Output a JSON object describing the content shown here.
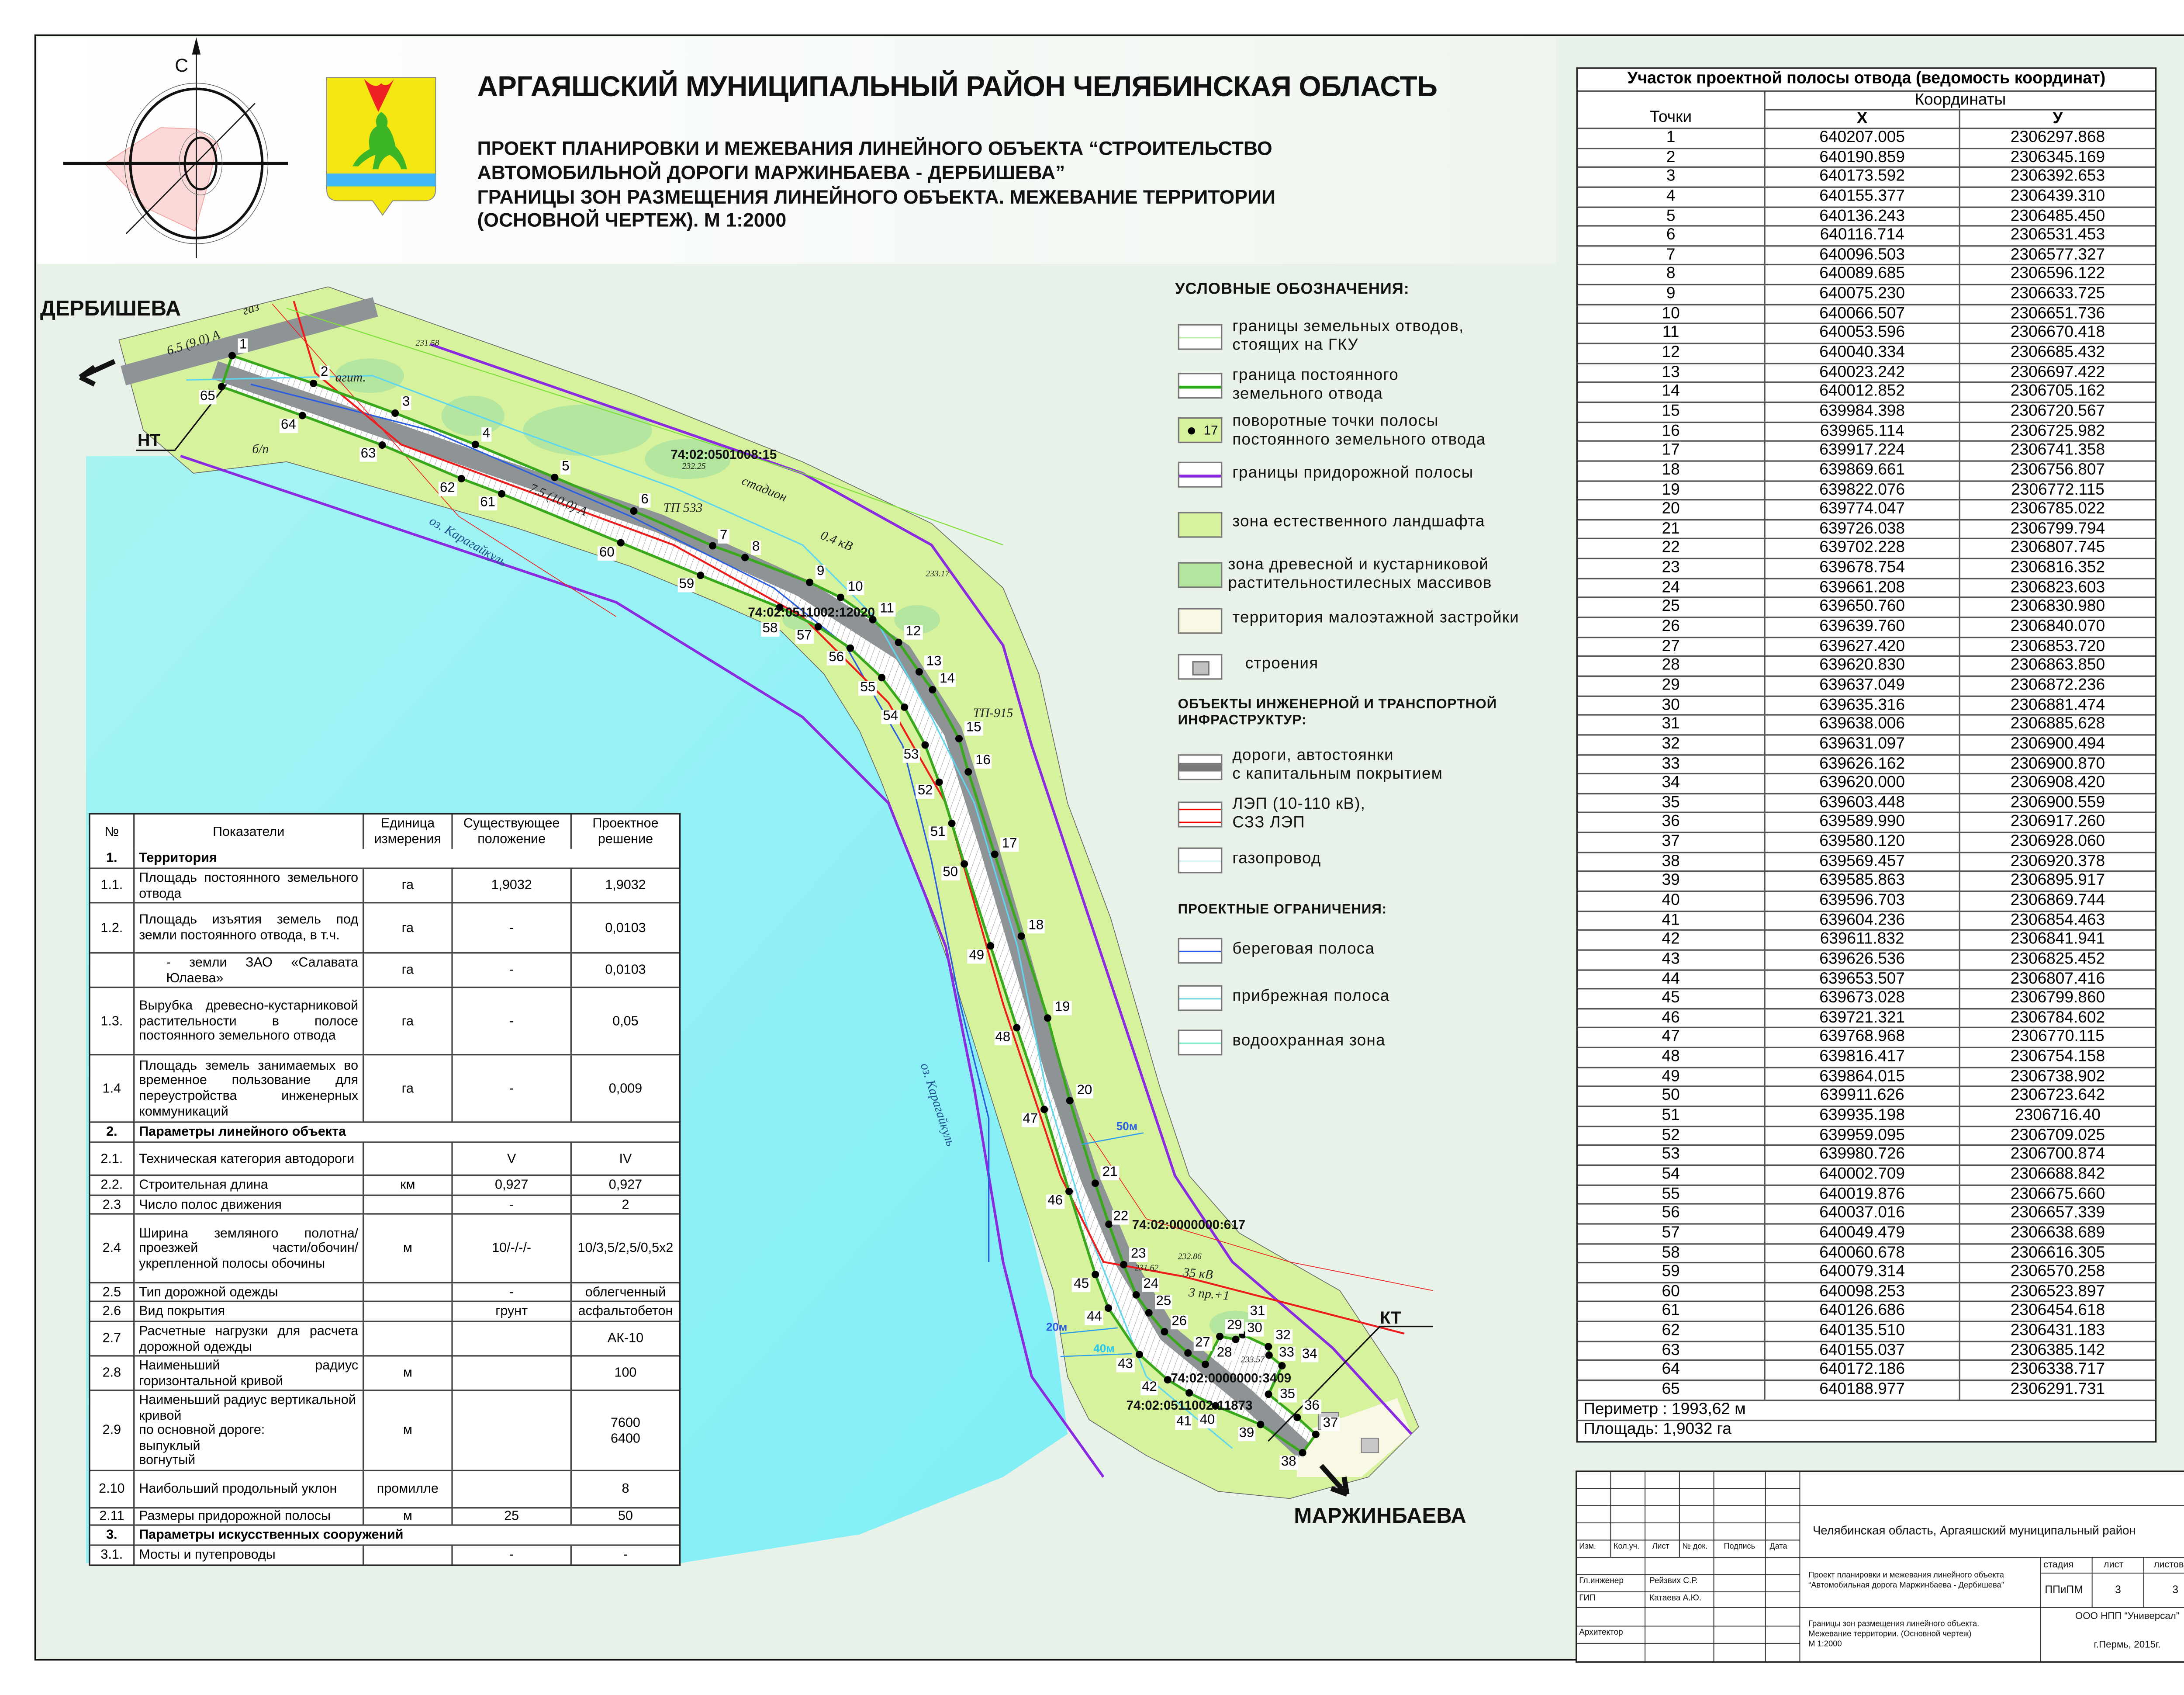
{
  "header": {
    "title": "АРГАЯШСКИЙ МУНИЦИПАЛЬНЫЙ РАЙОН ЧЕЛЯБИНСКАЯ ОБЛАСТЬ",
    "subtitle_lines": [
      "ПРОЕКТ ПЛАНИРОВКИ И МЕЖЕВАНИЯ ЛИНЕЙНОГО ОБЪЕКТА “СТРОИТЕЛЬСТВО",
      "АВТОМОБИЛЬНОЙ ДОРОГИ МАРЖИНБАЕВА - ДЕРБИШЕВА”",
      "ГРАНИЦЫ ЗОН РАЗМЕЩЕНИЯ ЛИНЕЙНОГО ОБЪЕКТА. МЕЖЕВАНИЕ ТЕРРИТОРИИ",
      "(ОСНОВНОЙ ЧЕРТЕЖ). М 1:2000"
    ],
    "compass_north": "С"
  },
  "map": {
    "places": {
      "start": "ДЕРБИШЕВА",
      "start_mark": "НТ",
      "end": "МАРЖИНБАЕВА",
      "end_mark": "КТ"
    },
    "cadastral": [
      "74:02:0501008:15",
      "74:02:0511002:12020",
      "74:02:0000000:617",
      "74:02:0000000:3409",
      "74:02:0511002:11873"
    ],
    "labels": [
      "ТП 533",
      "ТП-915",
      "стадион",
      "0.4 кВ",
      "35 кВ",
      "3 пр.+1",
      "оз. Карагайкуль",
      "оз. Карагайкуль",
      "6.5 (9.0) А",
      "7.5 (10.0) А",
      "б/п",
      "агит.",
      "газ",
      "231.58",
      "232.25",
      "233.17",
      "232.86",
      "231.62",
      "233.57"
    ],
    "distances": [
      "20м",
      "40м",
      "50м"
    ],
    "colors": {
      "landscape": "#d6f29c",
      "trees": "#b4e6a0",
      "lake": "#8ef0f4",
      "road": "#8e9496",
      "allotment": "#3aa81c",
      "roadside": "#8a2be2",
      "power": "#ee1c1c",
      "shore": "#2b5de0",
      "coastal": "#5fd6f0"
    }
  },
  "legend": {
    "title": "УСЛОВНЫЕ ОБОЗНАЧЕНИЯ:",
    "items": [
      [
        "границы земельных отводов,",
        "стоящих на ГКУ"
      ],
      [
        "граница постоянного",
        "земельного отвода"
      ],
      [
        "поворотные точки полосы",
        "постоянного земельного отвода"
      ],
      [
        "границы придорожной полосы"
      ],
      [
        "зона естественного ландшафта"
      ],
      [
        "зона древесной и кустарниковой",
        "растительностилесных массивов"
      ],
      [
        "территория малоэтажной застройки"
      ],
      [
        "строения"
      ]
    ],
    "sample_point": "17",
    "infra_title": [
      "ОБЪЕКТЫ ИНЖЕНЕРНОЙ И ТРАНСПОРТНОЙ",
      "ИНФРАСТРУКТУР:"
    ],
    "infra_items": [
      [
        "дороги, автостоянки",
        "с капитальным покрытием"
      ],
      [
        "ЛЭП (10-110 кВ),",
        "СЗЗ ЛЭП"
      ],
      [
        "газопровод"
      ]
    ],
    "limits_title": "ПРОЕКТНЫЕ ОГРАНИЧЕНИЯ:",
    "limits_items": [
      [
        "береговая полоса"
      ],
      [
        "прибрежная полоса"
      ],
      [
        "водоохранная зона"
      ]
    ]
  },
  "coordinates": {
    "title": "Участок проектной полосы отвода (ведомость координат)",
    "col_points": "Точки",
    "col_coords": "Координаты",
    "col_x": "X",
    "col_y": "У",
    "points": [
      [
        "1",
        "640207.005",
        "2306297.868"
      ],
      [
        "2",
        "640190.859",
        "2306345.169"
      ],
      [
        "3",
        "640173.592",
        "2306392.653"
      ],
      [
        "4",
        "640155.377",
        "2306439.310"
      ],
      [
        "5",
        "640136.243",
        "2306485.450"
      ],
      [
        "6",
        "640116.714",
        "2306531.453"
      ],
      [
        "7",
        "640096.503",
        "2306577.327"
      ],
      [
        "8",
        "640089.685",
        "2306596.122"
      ],
      [
        "9",
        "640075.230",
        "2306633.725"
      ],
      [
        "10",
        "640066.507",
        "2306651.736"
      ],
      [
        "11",
        "640053.596",
        "2306670.418"
      ],
      [
        "12",
        "640040.334",
        "2306685.432"
      ],
      [
        "13",
        "640023.242",
        "2306697.422"
      ],
      [
        "14",
        "640012.852",
        "2306705.162"
      ],
      [
        "15",
        "639984.398",
        "2306720.567"
      ],
      [
        "16",
        "639965.114",
        "2306725.982"
      ],
      [
        "17",
        "639917.224",
        "2306741.358"
      ],
      [
        "18",
        "639869.661",
        "2306756.807"
      ],
      [
        "19",
        "639822.076",
        "2306772.115"
      ],
      [
        "20",
        "639774.047",
        "2306785.022"
      ],
      [
        "21",
        "639726.038",
        "2306799.794"
      ],
      [
        "22",
        "639702.228",
        "2306807.745"
      ],
      [
        "23",
        "639678.754",
        "2306816.352"
      ],
      [
        "24",
        "639661.208",
        "2306823.603"
      ],
      [
        "25",
        "639650.760",
        "2306830.980"
      ],
      [
        "26",
        "639639.760",
        "2306840.070"
      ],
      [
        "27",
        "639627.420",
        "2306853.720"
      ],
      [
        "28",
        "639620.830",
        "2306863.850"
      ],
      [
        "29",
        "639637.049",
        "2306872.236"
      ],
      [
        "30",
        "639635.316",
        "2306881.474"
      ],
      [
        "31",
        "639638.006",
        "2306885.628"
      ],
      [
        "32",
        "639631.097",
        "2306900.494"
      ],
      [
        "33",
        "639626.162",
        "2306900.870"
      ],
      [
        "34",
        "639620.000",
        "2306908.420"
      ],
      [
        "35",
        "639603.448",
        "2306900.559"
      ],
      [
        "36",
        "639589.990",
        "2306917.260"
      ],
      [
        "37",
        "639580.120",
        "2306928.060"
      ],
      [
        "38",
        "639569.457",
        "2306920.378"
      ],
      [
        "39",
        "639585.863",
        "2306895.917"
      ],
      [
        "40",
        "639596.703",
        "2306869.744"
      ],
      [
        "41",
        "639604.236",
        "2306854.463"
      ],
      [
        "42",
        "639611.832",
        "2306841.941"
      ],
      [
        "43",
        "639626.536",
        "2306825.452"
      ],
      [
        "44",
        "639653.507",
        "2306807.416"
      ],
      [
        "45",
        "639673.028",
        "2306799.860"
      ],
      [
        "46",
        "639721.321",
        "2306784.602"
      ],
      [
        "47",
        "639768.968",
        "2306770.115"
      ],
      [
        "48",
        "639816.417",
        "2306754.158"
      ],
      [
        "49",
        "639864.015",
        "2306738.902"
      ],
      [
        "50",
        "639911.626",
        "2306723.642"
      ],
      [
        "51",
        "639935.198",
        "2306716.40"
      ],
      [
        "52",
        "639959.095",
        "2306709.025"
      ],
      [
        "53",
        "639980.726",
        "2306700.874"
      ],
      [
        "54",
        "640002.709",
        "2306688.842"
      ],
      [
        "55",
        "640019.876",
        "2306675.660"
      ],
      [
        "56",
        "640037.016",
        "2306657.339"
      ],
      [
        "57",
        "640049.479",
        "2306638.689"
      ],
      [
        "58",
        "640060.678",
        "2306616.305"
      ],
      [
        "59",
        "640079.314",
        "2306570.258"
      ],
      [
        "60",
        "640098.253",
        "2306523.897"
      ],
      [
        "61",
        "640126.686",
        "2306454.618"
      ],
      [
        "62",
        "640135.510",
        "2306431.183"
      ],
      [
        "63",
        "640155.037",
        "2306385.142"
      ],
      [
        "64",
        "640172.186",
        "2306338.717"
      ],
      [
        "65",
        "640188.977",
        "2306291.731"
      ]
    ],
    "perimeter": "Периметр : 1993,62 м",
    "area": "Площадь: 1,9032 га"
  },
  "indicators": {
    "headers": [
      "№",
      "Показатели",
      "Единица измерения",
      "Существующее положение",
      "Проектное решение"
    ],
    "rows": [
      {
        "n": "1.",
        "label": "Территория",
        "unit": "",
        "existing": "",
        "project": "",
        "section": true
      },
      {
        "n": "1.1.",
        "label": "Площадь постоянного земельного отвода",
        "unit": "га",
        "existing": "1,9032",
        "project": "1,9032"
      },
      {
        "n": "1.2.",
        "label": "Площадь изъятия земель под земли постоянного отвода, в т.ч.",
        "unit": "га",
        "existing": "-",
        "project": "0,0103"
      },
      {
        "n": "",
        "label": "- земли ЗАО «Салавата Юлаева»",
        "unit": "га",
        "existing": "-",
        "project": "0,0103"
      },
      {
        "n": "1.3.",
        "label": "Вырубка древесно-кустарниковой растительности в полосе постоянного земельного отвода",
        "unit": "га",
        "existing": "-",
        "project": "0,05"
      },
      {
        "n": "1.4",
        "label": "Площадь земель занимаемых во временное пользование для переустройства инженерных коммуникаций",
        "unit": "га",
        "existing": "-",
        "project": "0,009"
      },
      {
        "n": "2.",
        "label": "Параметры линейного объекта",
        "unit": "",
        "existing": "",
        "project": "",
        "section": true
      },
      {
        "n": "2.1.",
        "label": "Техническая категория автодороги",
        "unit": "",
        "existing": "V",
        "project": "IV"
      },
      {
        "n": "2.2.",
        "label": "Строительная длина",
        "unit": "км",
        "existing": "0,927",
        "project": "0,927"
      },
      {
        "n": "2.3",
        "label": "Число полос движения",
        "unit": "",
        "existing": "-",
        "project": "2"
      },
      {
        "n": "2.4",
        "label": "Ширина земляного полотна/проезжей части/обочин/укрепленной полосы обочины",
        "unit": "м",
        "existing": "10/-/-/-",
        "project": "10/3,5/2,5/0,5х2"
      },
      {
        "n": "2.5",
        "label": "Тип дорожной одежды",
        "unit": "",
        "existing": "-",
        "project": "облегченный"
      },
      {
        "n": "2.6",
        "label": "Вид покрытия",
        "unit": "",
        "existing": "грунт",
        "project": "асфальтобетон"
      },
      {
        "n": "2.7",
        "label": "Расчетные нагрузки для расчета дорожной одежды",
        "unit": "",
        "existing": "",
        "project": "АК-10"
      },
      {
        "n": "2.8",
        "label": "Наименьший радиус горизонтальной кривой",
        "unit": "м",
        "existing": "",
        "project": "100"
      },
      {
        "n": "2.9",
        "label": "Наименьший радиус вертикальной кривой\nпо основной дороге:\nвыпуклый\nвогнутый",
        "unit": "м",
        "existing": "",
        "project": "7600\n6400"
      },
      {
        "n": "2.10",
        "label": "Наибольший продольный уклон",
        "unit": "промилле",
        "existing": "",
        "project": "8"
      },
      {
        "n": "2.11",
        "label": "Размеры придорожной полосы",
        "unit": "м",
        "existing": "25",
        "project": "50"
      },
      {
        "n": "3.",
        "label": "Параметры искусственных сооружений",
        "unit": "",
        "existing": "",
        "project": "",
        "section": true
      },
      {
        "n": "3.1.",
        "label": "Мосты и путепроводы",
        "unit": "",
        "existing": "-",
        "project": "-"
      }
    ]
  },
  "title_block": {
    "cols": [
      "Изм.",
      "Кол.уч.",
      "Лист",
      "№ док.",
      "Подпись",
      "Дата"
    ],
    "region": "Челябинская область, Аргаяшский муниципальный район",
    "project_lines": [
      "Проект планировки и межевания линейного объекта",
      "“Автомобильная дорога Маржинбаева - Дербишева”"
    ],
    "sheet_lines": [
      "Границы зон размещения линейного объекта.",
      "Межевание территории. (Основной чертеж)",
      "М 1:2000"
    ],
    "roles": [
      {
        "role": "Гл.инженер",
        "name": "Рейзвих С.Р."
      },
      {
        "role": "ГИП",
        "name": "Катаева А.Ю."
      },
      {
        "role": "Архитектор",
        "name": ""
      }
    ],
    "stage_label": "стадия",
    "sheet_label": "лист",
    "sheets_label": "листов",
    "stage": "ППиПМ",
    "sheet": "3",
    "sheets": "3",
    "company": "ООО НПП “Универсал”",
    "city_year": "г.Пермь, 2015г."
  }
}
